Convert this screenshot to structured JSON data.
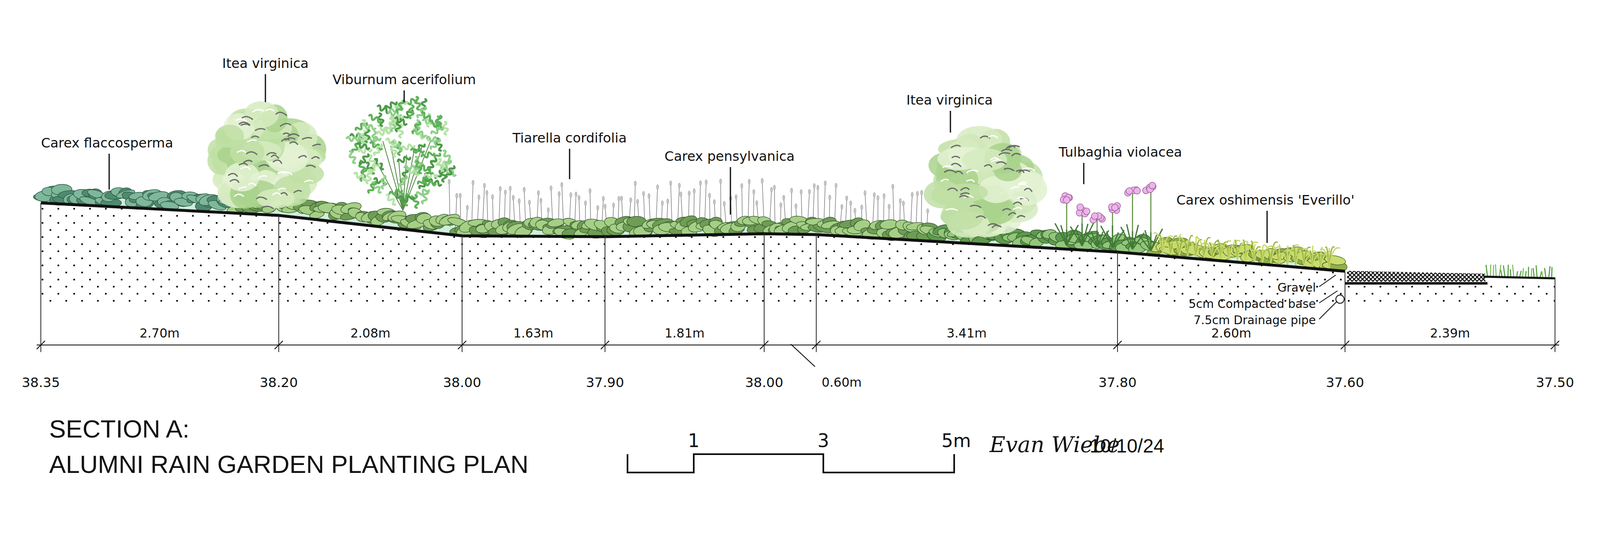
{
  "diagram": {
    "title": "SECTION A:",
    "caption": "ALUMNI RAIN GARDEN PLANTING PLAN",
    "labels": [
      "Itea virginica",
      "Viburnum acerifolium",
      "Carex flaccosperma",
      "Tiarella cordifolia",
      "Carex pensylvanica",
      "Itea virginica",
      "Tulbaghia violacea",
      "Carex oshimensis 'Everillo'",
      "Gravel",
      "5cm Compacted base",
      "7.5cm Drainage pipe",
      "2.70m",
      "2.08m",
      "1.63m",
      "1.81m",
      "0.60m",
      "3.41m",
      "2.60m",
      "2.39m",
      "38.35",
      "38.20",
      "38.00",
      "37.90",
      "38.00",
      "37.80",
      "37.60",
      "37.50",
      "1",
      "3",
      "5m",
      "Evan Wiebe",
      "10/10/24"
    ]
  }
}
